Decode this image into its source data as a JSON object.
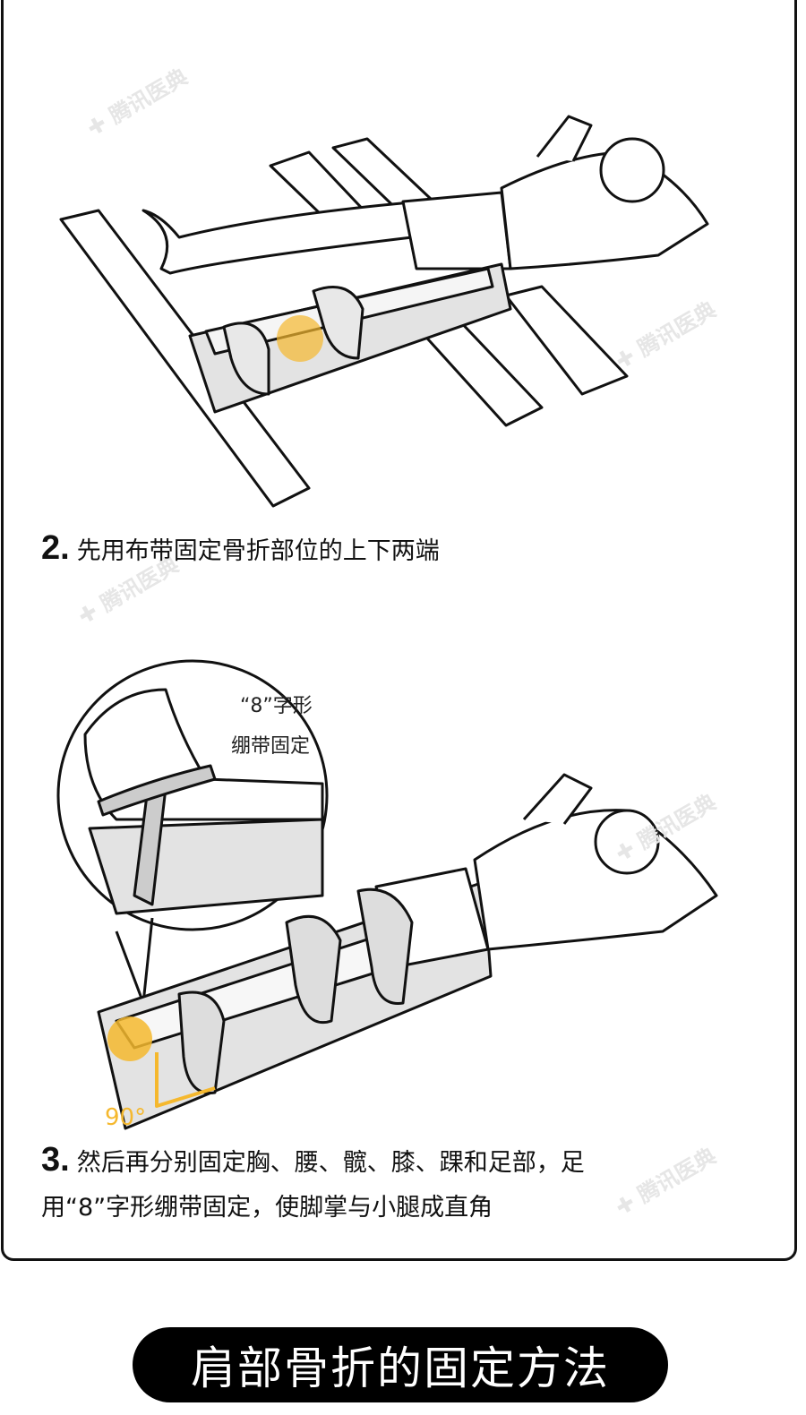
{
  "watermark": "腾讯医典",
  "steps": [
    {
      "number": "2.",
      "text": "先用布带固定骨折部位的上下两端"
    },
    {
      "number": "3.",
      "line1": "然后再分别固定胸、腰、髋、膝、踝和足部，足",
      "line2": "用“8”字形绷带固定，使脚掌与小腿成直角"
    }
  ],
  "inset": {
    "line1": "“8”字形",
    "line2": "绷带固定"
  },
  "angle_label": "90°",
  "section_title": "肩部骨折的固定方法",
  "colors": {
    "highlight": "#f5b82e",
    "board": "#e3e3e3",
    "ink": "#111111"
  }
}
